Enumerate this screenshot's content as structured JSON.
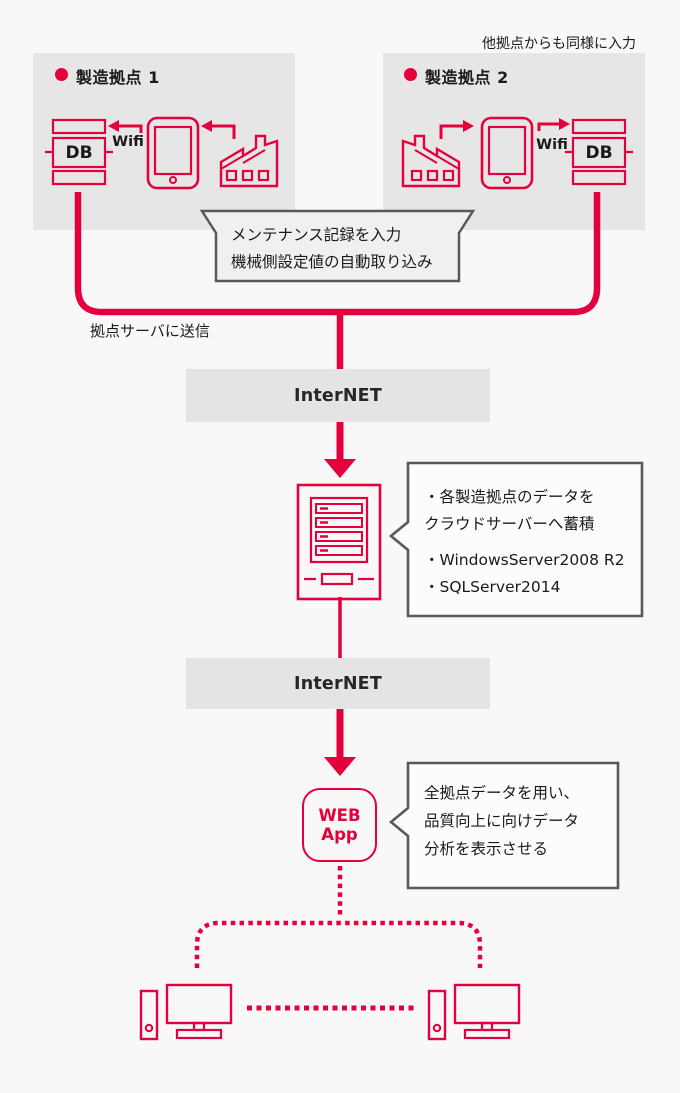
{
  "colors": {
    "accent_red": "#e4003c",
    "background": "#f8f8f8",
    "site_box_gray": "#e6e6e6",
    "internet_box_gray": "#e4e4e4",
    "callout_border_gray": "#595959",
    "text_dark": "#1a1a1a"
  },
  "top_note": "他拠点からも同様に入力",
  "sites": [
    {
      "title": "製造拠点 1",
      "db_label": "DB",
      "wifi_label": "Wifi"
    },
    {
      "title": "製造拠点 2",
      "db_label": "DB",
      "wifi_label": "Wifi"
    }
  ],
  "bubble": {
    "line1": "メンテナンス記録を入力",
    "line2": "機械側設定値の自動取り込み"
  },
  "send_label": "拠点サーバに送信",
  "internet": {
    "label1": "InterNET",
    "label2": "InterNET"
  },
  "server_callout": {
    "line1": "・各製造拠点のデータを",
    "line2": "クラウドサーバーへ蓄積",
    "line3": "・WindowsServer2008 R2",
    "line4": "・SQLServer2014"
  },
  "webapp": {
    "line1": "WEB",
    "line2": "App"
  },
  "webapp_callout": {
    "line1": "全拠点データを用い、",
    "line2": "品質向上に向けデータ",
    "line3": "分析を表示させる"
  }
}
